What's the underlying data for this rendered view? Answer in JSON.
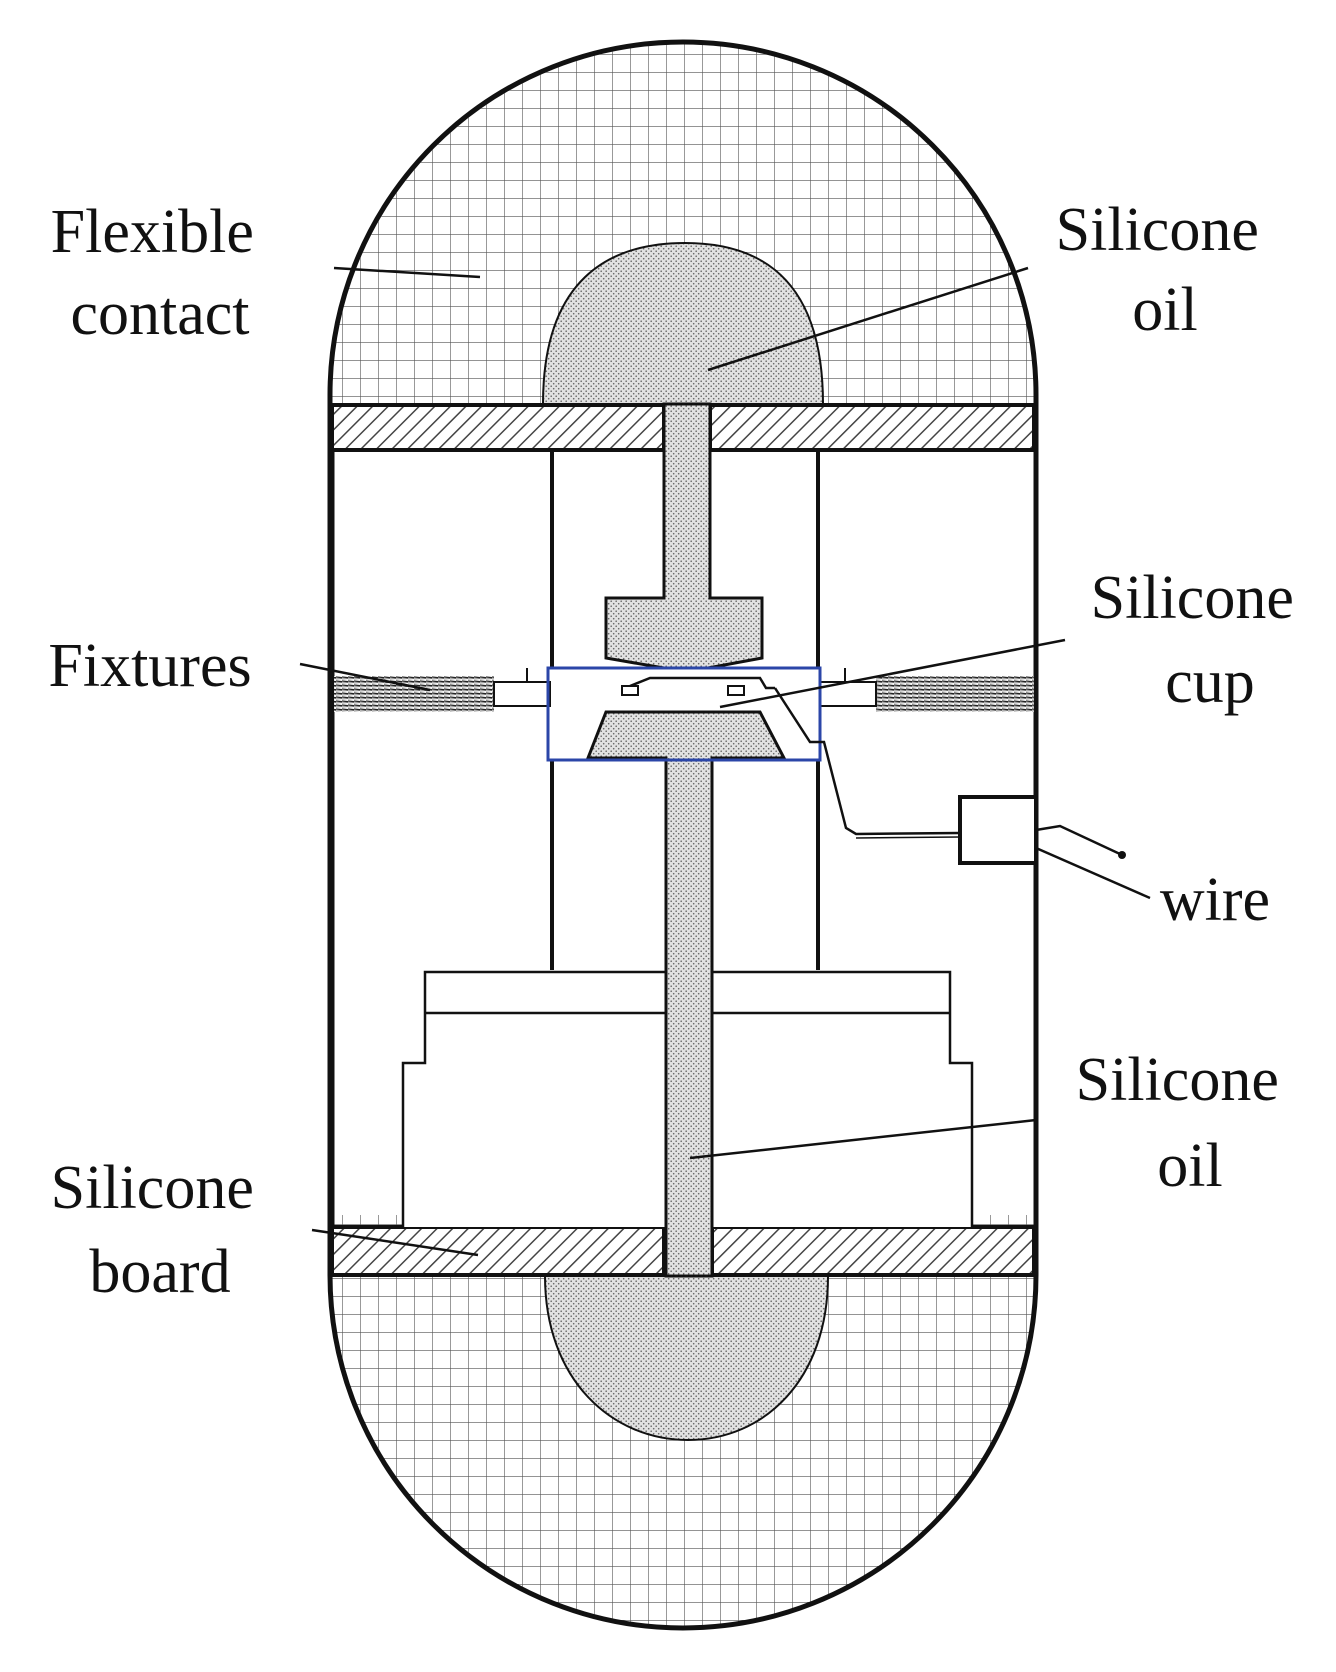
{
  "labels": {
    "flexible_contact": [
      "Flexible",
      "contact"
    ],
    "silicone_oil_top": [
      "Silicone",
      "oil"
    ],
    "silicone_cup": [
      "Silicone",
      "cup"
    ],
    "fixtures": [
      "Fixtures"
    ],
    "wire": [
      "wire"
    ],
    "silicone_oil_bottom": [
      "Silicone",
      "oil"
    ],
    "silicone_board": [
      "Silicone",
      "board"
    ]
  },
  "colors": {
    "stroke": "#111111",
    "background": "#ffffff",
    "cup_outline": "#2b46a8",
    "oil_fill": "#e2e2e2",
    "hatch": "#444444"
  }
}
